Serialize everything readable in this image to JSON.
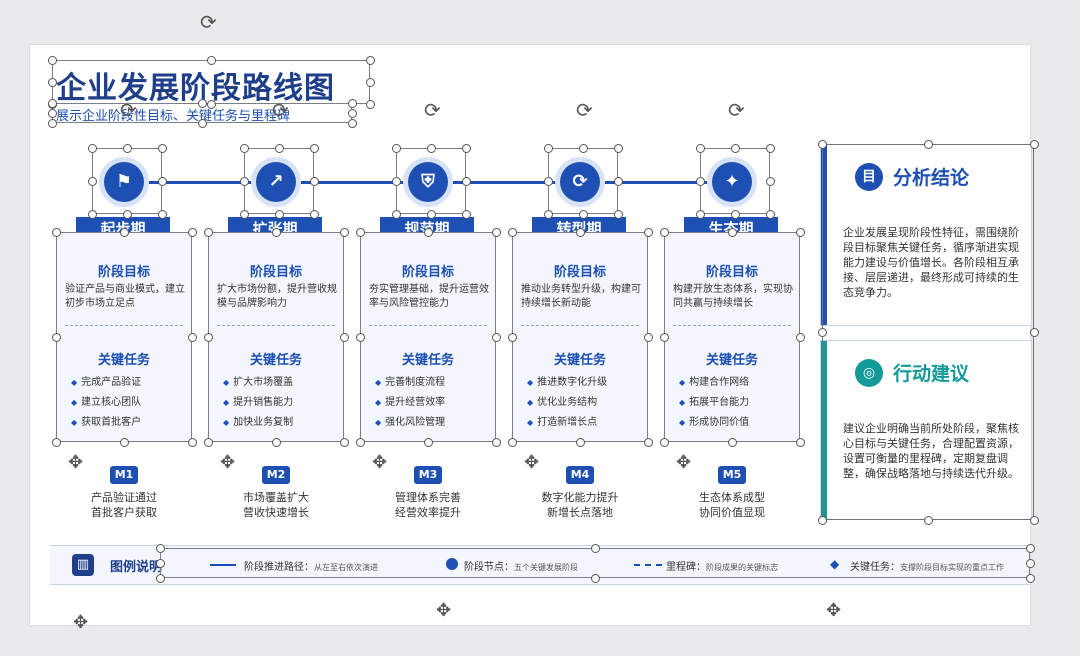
{
  "title": "企业发展阶段路线图",
  "subtitle": "展示企业阶段性目标、关键任务与里程碑",
  "colors": {
    "primary": "#1e4fb3",
    "teal": "#139a99",
    "light": "#f3f7fd"
  },
  "stages": [
    {
      "name": "起步期",
      "icon": "flag-icon",
      "glyph": "⚑",
      "goal_heading": "阶段目标",
      "goal": "验证产品与商业模式，建立初步市场立足点",
      "tasks_heading": "关键任务",
      "tasks": [
        "完成产品验证",
        "建立核心团队",
        "获取首批客户"
      ],
      "milestone": "M1",
      "milestone_text": [
        "产品验证通过",
        "首批客户获取"
      ]
    },
    {
      "name": "扩张期",
      "icon": "chart-up-icon",
      "glyph": "↗",
      "goal_heading": "阶段目标",
      "goal": "扩大市场份额，提升营收规模与品牌影响力",
      "tasks_heading": "关键任务",
      "tasks": [
        "扩大市场覆盖",
        "提升销售能力",
        "加快业务复制"
      ],
      "milestone": "M2",
      "milestone_text": [
        "市场覆盖扩大",
        "营收快速增长"
      ]
    },
    {
      "name": "规范期",
      "icon": "shield-icon",
      "glyph": "⛨",
      "goal_heading": "阶段目标",
      "goal": "夯实管理基础，提升运营效率与风险管控能力",
      "tasks_heading": "关键任务",
      "tasks": [
        "完善制度流程",
        "提升经营效率",
        "强化风险管理"
      ],
      "milestone": "M3",
      "milestone_text": [
        "管理体系完善",
        "经营效率提升"
      ]
    },
    {
      "name": "转型期",
      "icon": "refresh-icon",
      "glyph": "⟳",
      "goal_heading": "阶段目标",
      "goal": "推动业务转型升级，构建可持续增长新动能",
      "tasks_heading": "关键任务",
      "tasks": [
        "推进数字化升级",
        "优化业务结构",
        "打造新增长点"
      ],
      "milestone": "M4",
      "milestone_text": [
        "数字化能力提升",
        "新增长点落地"
      ]
    },
    {
      "name": "生态期",
      "icon": "network-icon",
      "glyph": "✦",
      "goal_heading": "阶段目标",
      "goal": "构建开放生态体系，实现协同共赢与持续增长",
      "tasks_heading": "关键任务",
      "tasks": [
        "构建合作网络",
        "拓展平台能力",
        "形成协同价值"
      ],
      "milestone": "M5",
      "milestone_text": [
        "生态体系成型",
        "协同价值显现"
      ]
    }
  ],
  "analysis": {
    "heading": "分析结论",
    "icon": "document-icon",
    "glyph": "目",
    "text": "企业发展呈现阶段性特征，需围绕阶段目标聚焦关键任务，循序渐进实现能力建设与价值增长。各阶段相互承接、层层递进，最终形成可持续的生态竞争力。"
  },
  "suggestion": {
    "heading": "行动建议",
    "icon": "target-icon",
    "glyph": "◎",
    "text": "建议企业明确当前所处阶段，聚焦核心目标与关键任务，合理配置资源，设置可衡量的里程碑，定期复盘调整，确保战略落地与持续迭代升级。"
  },
  "legend": {
    "heading": "图例说明",
    "items": [
      {
        "label": "阶段推进路径：",
        "desc": "从左至右依次演进"
      },
      {
        "label": "阶段节点：",
        "desc": "五个关键发展阶段"
      },
      {
        "label": "里程碑：",
        "desc": "阶段成果的关键标志"
      },
      {
        "label": "关键任务：",
        "desc": "支撑阶段目标实现的重点工作"
      }
    ]
  }
}
